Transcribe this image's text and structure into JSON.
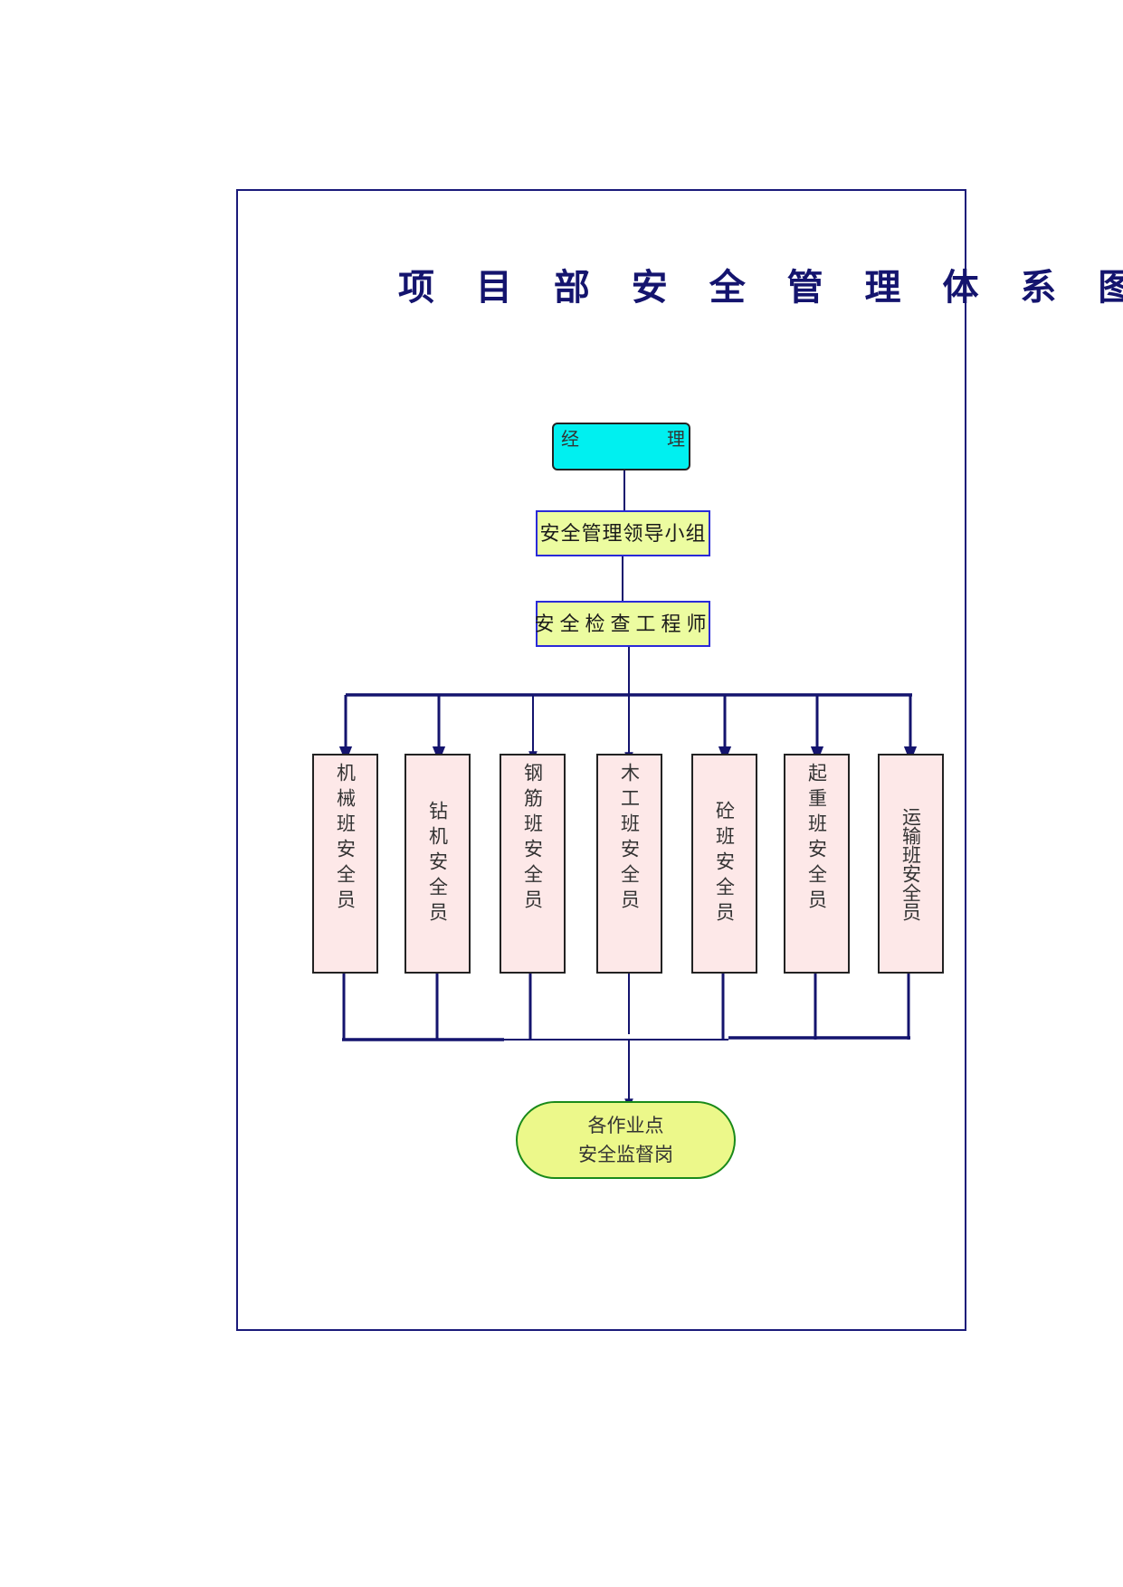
{
  "title": "项 目 部 安 全 管 理 体 系 图",
  "manager": {
    "left": "经",
    "right": "理"
  },
  "leader_group": "安全管理领导小组",
  "engineer": "安全检查工程师",
  "teams": [
    "机械班安全员",
    "钻机安全员",
    "钢筋班安全员",
    "木工班安全员",
    "砼班安全员",
    "起重班安全员",
    "运输班安全员"
  ],
  "site": {
    "line1": "各作业点",
    "line2": "安全监督岗"
  }
}
